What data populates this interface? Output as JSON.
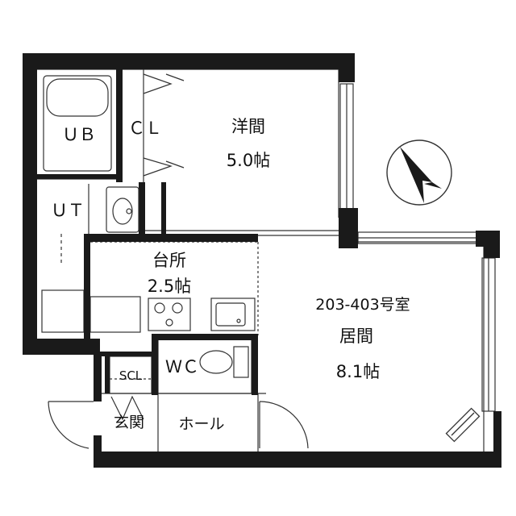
{
  "rooms": {
    "ub": "ＵＢ",
    "cl": "ＣＬ",
    "western_room": "洋間",
    "western_size": "5.0帖",
    "ut": "ＵＴ",
    "kitchen": "台所",
    "kitchen_size": "2.5帖",
    "unit_number": "203-403号室",
    "living_room": "居間",
    "living_size": "8.1帖",
    "scl": "SCL",
    "wc": "ＷＣ",
    "entrance": "玄関",
    "hall": "ホール"
  },
  "colors": {
    "wall": "#1a1a1a",
    "line": "#333333",
    "bg": "#ffffff"
  },
  "icons": [
    "compass-north-arrow-icon",
    "sink-icon",
    "stove-icon",
    "toilet-icon",
    "bathtub-icon",
    "air-conditioner-icon"
  ]
}
